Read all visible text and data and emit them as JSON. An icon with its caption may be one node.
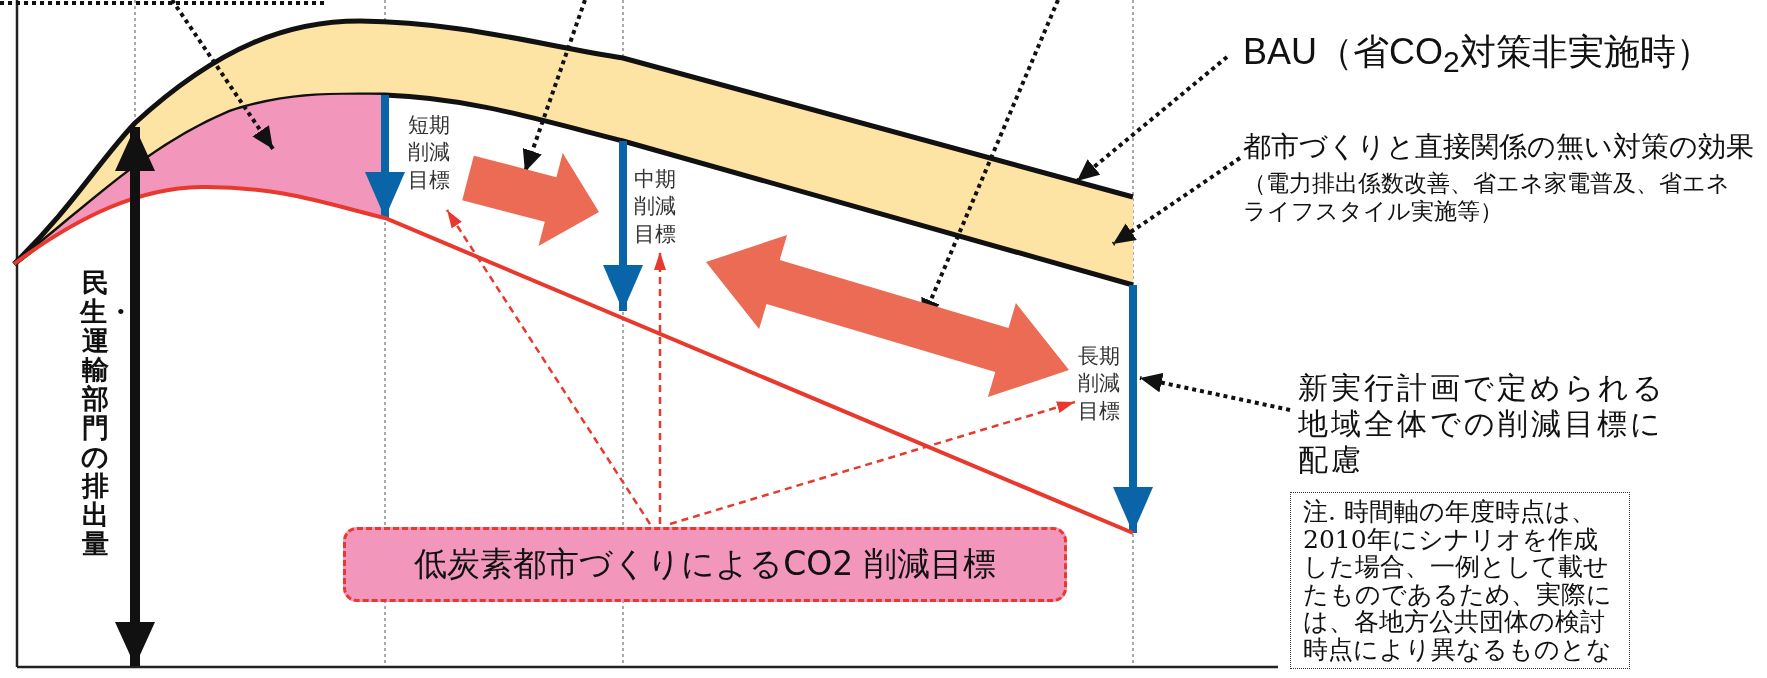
{
  "diagram": {
    "nodes": [
      {
        "text": [
          "BAU（省CO$_{2}$対策非実施時）"
        ]
      },
      {
        "text": [
          "都市づくりと直接関係の無い対策の効果",
          "（電力排出係数改善、省エネ家電普及、省エネライフスタイル実施等）"
        ]
      },
      {
        "text": [],
        "shape": "band"
      },
      {
        "text": [],
        "shape": "band"
      },
      {
        "text": [],
        "shape": "arrow"
      },
      {
        "text": [
          "短期削減目標"
        ]
      },
      {
        "text": [],
        "shape": "arrow"
      },
      {
        "text": [
          "中期削減目標"
        ]
      },
      {
        "text": [
          "長期削減目標"
        ]
      },
      {
        "text": [],
        "shape": "arrow"
      },
      {
        "text": [
          "新実行計画で定められる地域全体での削減目標に配慮"
        ]
      },
      {
        "text": [
          "低炭素都市づくりによるCO2 削減目標"
        ]
      },
      {
        "text": [
          "注. 時間軸の年度時点は、2010年にシナリオを作成した場合、一例として載せたものであるため、実際には、各地方公共団体の検討時点により異なるものとな"
        ]
      }
    ],
    "edges": [
      {
        "from": null,
        "to": 3,
        "arrow": "to"
      },
      {
        "from": 0,
        "to": 2,
        "arrow": "to"
      },
      {
        "from": 1,
        "to": 2,
        "arrow": "to"
      },
      {
        "from": 10,
        "to": 9,
        "arrow": "to"
      },
      {
        "from": 11,
        "to": 5,
        "arrow": "to",
        "style": "dashed",
        "color": "#e8392e"
      },
      {
        "from": 11,
        "to": 7,
        "arrow": "to",
        "style": "dashed",
        "color": "#e8392e"
      },
      {
        "from": 11,
        "to": 8,
        "arrow": "to",
        "style": "dashed",
        "color": "#e8392e"
      },
      {
        "from": 5,
        "to": 7,
        "arrow": "to",
        "style": "thick",
        "color": "#ec6b55"
      },
      {
        "from": 7,
        "to": 8,
        "arrow": "both",
        "style": "thick",
        "color": "#ec6b55"
      }
    ],
    "labels": [
      "民生・運輸部門の排出量"
    ]
  }
}
